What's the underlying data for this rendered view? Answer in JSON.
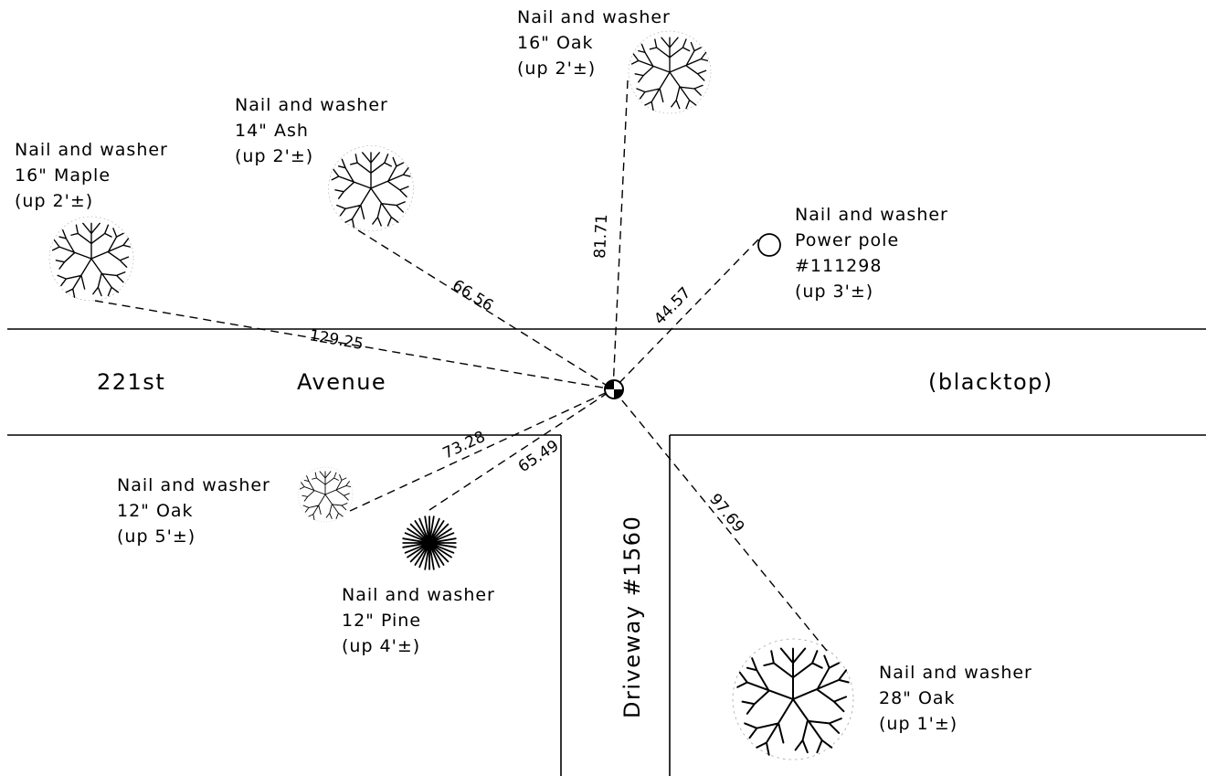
{
  "road": {
    "name_left": "221st",
    "name_right": "Avenue",
    "surface": "(blacktop)"
  },
  "driveway": {
    "label": "Driveway #1560"
  },
  "ties": [
    {
      "id": "maple16",
      "distance": "129.25",
      "lines": [
        "Nail and washer",
        "16\" Maple",
        "(up 2'±)"
      ],
      "symbol": "deciduous-tree"
    },
    {
      "id": "ash14",
      "distance": "66.56",
      "lines": [
        "Nail and washer",
        "14\" Ash",
        "(up 2'±)"
      ],
      "symbol": "deciduous-tree"
    },
    {
      "id": "oak16",
      "distance": "81.71",
      "lines": [
        "Nail and washer",
        "16\" Oak",
        "(up 2'±)"
      ],
      "symbol": "deciduous-tree"
    },
    {
      "id": "pole",
      "distance": "44.57",
      "lines": [
        "Nail and washer",
        "Power pole",
        "#111298",
        "(up 3'±)"
      ],
      "symbol": "power-pole"
    },
    {
      "id": "oak12",
      "distance": "73.28",
      "lines": [
        "Nail and washer",
        "12\" Oak",
        "(up 5'±)"
      ],
      "symbol": "deciduous-tree"
    },
    {
      "id": "pine12",
      "distance": "65.49",
      "lines": [
        "Nail and washer",
        "12\" Pine",
        "(up 4'±)"
      ],
      "symbol": "conifer-tree"
    },
    {
      "id": "oak28",
      "distance": "97.69",
      "lines": [
        "Nail and washer",
        "28\" Oak",
        "(up 1'±)"
      ],
      "symbol": "deciduous-tree"
    }
  ]
}
